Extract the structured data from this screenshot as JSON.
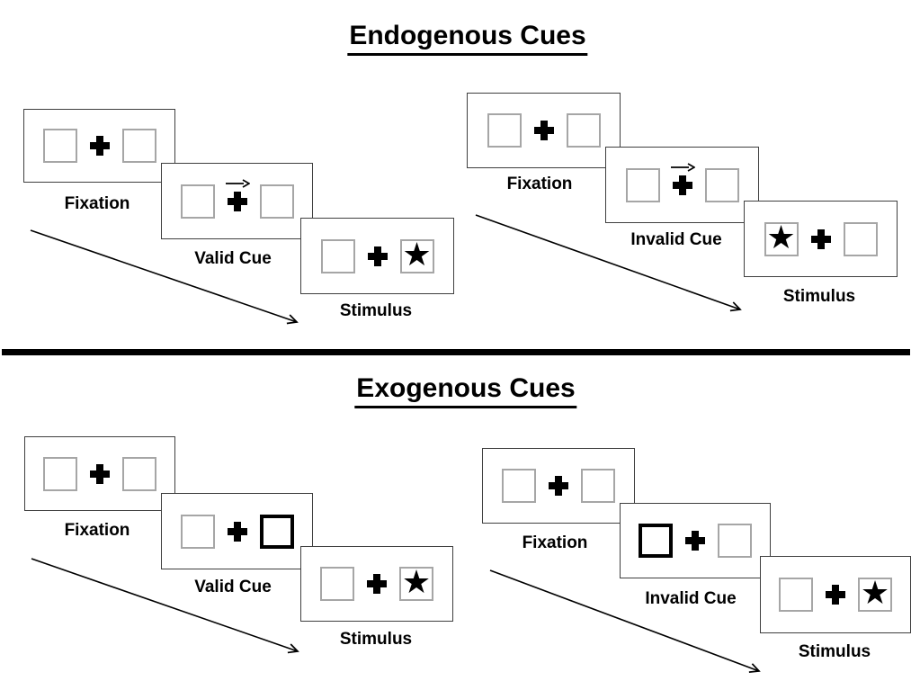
{
  "diagram": {
    "endogenous": {
      "title": "Endogenous Cues",
      "valid": {
        "fixation_label": "Fixation",
        "cue_label": "Valid Cue",
        "stimulus_label": "Stimulus"
      },
      "invalid": {
        "fixation_label": "Fixation",
        "cue_label": "Invalid Cue",
        "stimulus_label": "Stimulus"
      }
    },
    "exogenous": {
      "title": "Exogenous Cues",
      "valid": {
        "fixation_label": "Fixation",
        "cue_label": "Valid Cue",
        "stimulus_label": "Stimulus"
      },
      "invalid": {
        "fixation_label": "Fixation",
        "cue_label": "Invalid Cue",
        "stimulus_label": "Stimulus"
      }
    },
    "icons": {
      "star": "★",
      "fixation_cross": "✚",
      "cue_arrow": "→"
    },
    "colors": {
      "ink": "#000000",
      "box_border": "#a6a6a6",
      "panel_border": "#3f3f3f",
      "divider": "#000000"
    }
  }
}
